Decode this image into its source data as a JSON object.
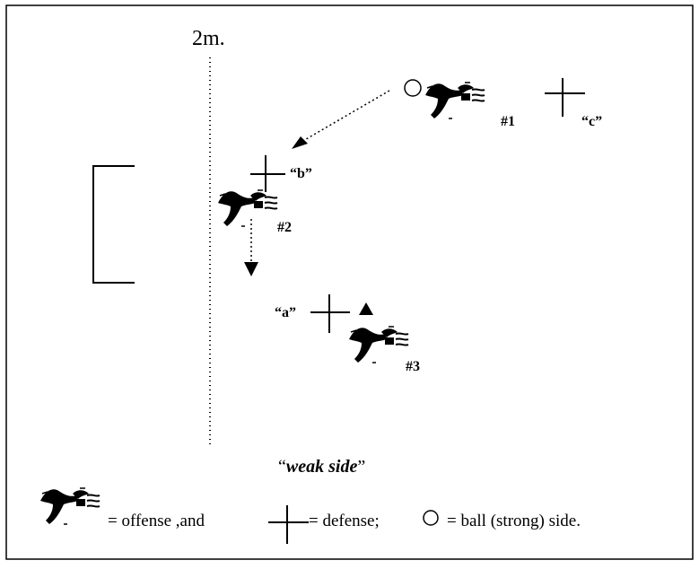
{
  "diagram": {
    "line_label": "2m.",
    "player_labels": [
      "#1",
      "#2",
      "#3"
    ],
    "defender_labels": [
      "“a”",
      "“b”",
      "“c”"
    ],
    "weak_side": {
      "open_quote": "“",
      "text": "weak side",
      "close_quote": "”"
    }
  },
  "legend": {
    "offense_text": "= offense ,and",
    "defense_text": "=  defense;",
    "ball_text": "= ball (strong) side."
  },
  "colors": {
    "ink": "#000000",
    "background": "#ffffff"
  },
  "icons": [
    "swimmer-icon",
    "defender-cross-icon",
    "ball-icon",
    "arrow-icon"
  ]
}
